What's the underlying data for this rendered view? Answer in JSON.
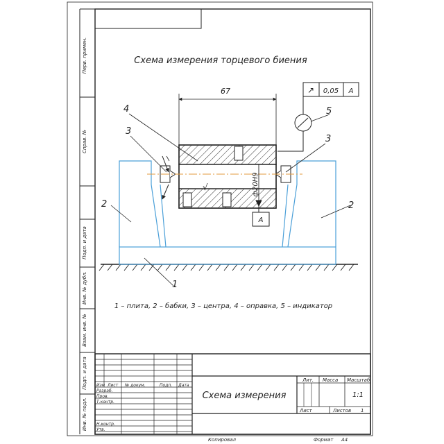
{
  "drawing": {
    "title": "Схема измерения торцевого биения",
    "legend": "1 – плита, 2 – бабки, 3 – центра, 4 – оправка, 5 – индикатор",
    "dimension_length": "67",
    "diameter_label": "ф20Н9",
    "datum_label": "А",
    "roughness_mark": "√",
    "tolerance": {
      "symbol": "↗",
      "value": "0,05",
      "datum": "A"
    },
    "callouts": {
      "plate": "1",
      "headstock_left": "2",
      "headstock_right": "2",
      "center_left": "3",
      "center_right": "3",
      "mandrel": "4",
      "indicator": "5"
    }
  },
  "side_labels": [
    "Перв. примен.",
    "Справ. №",
    "Подп. и дата",
    "Инв. № дубл.",
    "Взам. инв. №",
    "Подп. и дата",
    "Инв. № подл."
  ],
  "title_block": {
    "header": {
      "izm": "Изм",
      "list": "Лист",
      "doc": "№ докум.",
      "sign": "Подп.",
      "date": "Дата"
    },
    "roles": [
      "Разраб.",
      "Пров.",
      "Т.контр.",
      "",
      "Н.контр.",
      "Утв."
    ],
    "drawing_name": "Схема измерения",
    "lit_label": "Лит.",
    "mass_label": "Масса",
    "scale_label": "Масштаб",
    "scale_value": "1:1",
    "sheet_label": "Лист",
    "sheets_label": "Листов",
    "sheets_value": "1"
  },
  "footer": {
    "copied": "Копировал",
    "format": "Формат",
    "format_value": "А4"
  }
}
